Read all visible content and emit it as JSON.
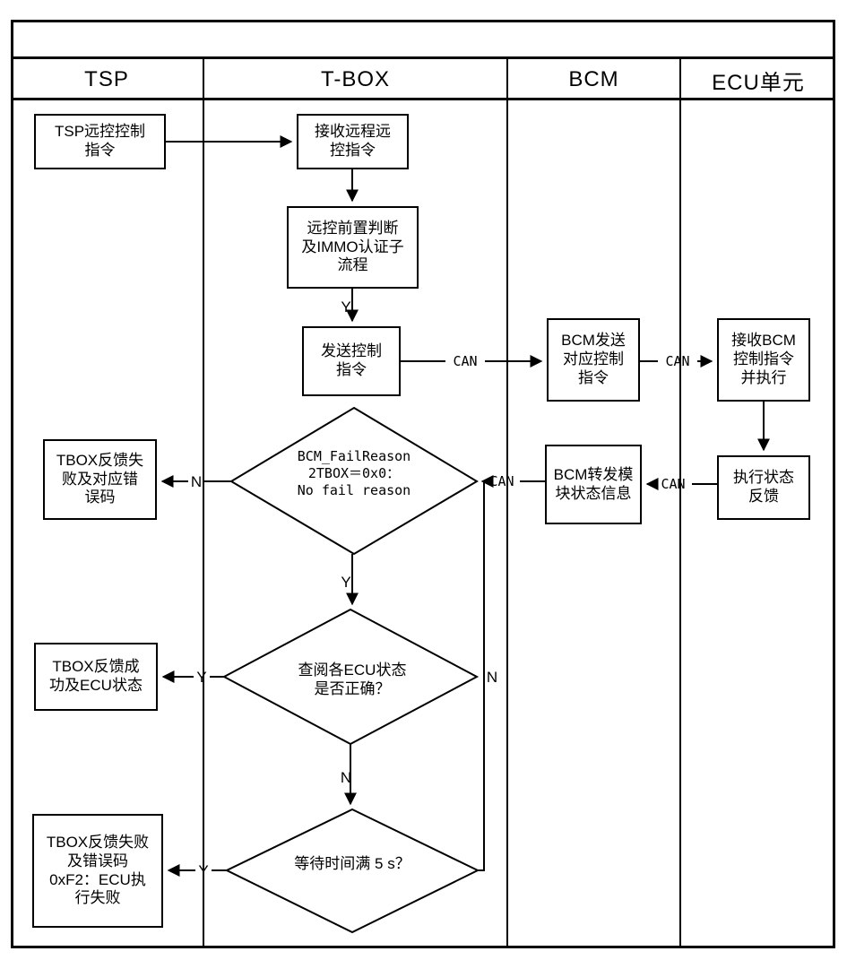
{
  "diagram": {
    "type": "swimlane-flowchart",
    "lanes": [
      {
        "id": "tsp",
        "label": "TSP"
      },
      {
        "id": "tbox",
        "label": "T-BOX"
      },
      {
        "id": "bcm",
        "label": "BCM"
      },
      {
        "id": "ecu",
        "label": "ECU单元"
      }
    ],
    "nodes": [
      {
        "id": "n1",
        "lane": "tsp",
        "shape": "box",
        "text": "TSP远控控制\n指令"
      },
      {
        "id": "n2",
        "lane": "tbox",
        "shape": "box",
        "text": "接收远程远\n控指令"
      },
      {
        "id": "n3",
        "lane": "tbox",
        "shape": "box",
        "text": "远控前置判断\n及IMMO认证子\n流程"
      },
      {
        "id": "n4",
        "lane": "tbox",
        "shape": "box",
        "text": "发送控制\n指令"
      },
      {
        "id": "n5",
        "lane": "bcm",
        "shape": "box",
        "text": "BCM发送\n对应控制\n指令"
      },
      {
        "id": "n6",
        "lane": "ecu",
        "shape": "box",
        "text": "接收BCM\n控制指令\n并执行"
      },
      {
        "id": "n7",
        "lane": "ecu",
        "shape": "box",
        "text": "执行状态\n反馈"
      },
      {
        "id": "n8",
        "lane": "bcm",
        "shape": "box",
        "text": "BCM转发模\n块状态信息"
      },
      {
        "id": "d1",
        "lane": "tbox",
        "shape": "diamond",
        "text": "BCM_FailReason\n2TBOX＝0x0：\nNo fail reason"
      },
      {
        "id": "n9",
        "lane": "tsp",
        "shape": "box",
        "text": "TBOX反馈失\n败及对应错\n误码"
      },
      {
        "id": "d2",
        "lane": "tbox",
        "shape": "diamond",
        "text": "查阅各ECU状态\n是否正确？"
      },
      {
        "id": "n10",
        "lane": "tsp",
        "shape": "box",
        "text": "TBOX反馈成\n功及ECU状态"
      },
      {
        "id": "d3",
        "lane": "tbox",
        "shape": "diamond",
        "text": "等待时间满 5 s？"
      },
      {
        "id": "n11",
        "lane": "tsp",
        "shape": "box",
        "text": "TBOX反馈失败\n及错误码\n0xF2：ECU执\n行失败"
      }
    ],
    "edge_labels": {
      "can": "CAN",
      "yes": "Y",
      "no": "N"
    },
    "edges": [
      {
        "from": "n1",
        "to": "n2",
        "label": ""
      },
      {
        "from": "n2",
        "to": "n3",
        "label": ""
      },
      {
        "from": "n3",
        "to": "n4",
        "label": "Y"
      },
      {
        "from": "n4",
        "to": "n5",
        "label": "CAN"
      },
      {
        "from": "n5",
        "to": "n6",
        "label": "CAN"
      },
      {
        "from": "n6",
        "to": "n7",
        "label": ""
      },
      {
        "from": "n7",
        "to": "n8",
        "label": "CAN"
      },
      {
        "from": "n8",
        "to": "d1",
        "label": "CAN"
      },
      {
        "from": "d1",
        "to": "n9",
        "label": "N"
      },
      {
        "from": "d1",
        "to": "d2",
        "label": "Y"
      },
      {
        "from": "d2",
        "to": "n10",
        "label": "Y"
      },
      {
        "from": "d2",
        "to": "d3",
        "label": "N"
      },
      {
        "from": "d3",
        "to": "n11",
        "label": "Y"
      },
      {
        "from": "d3",
        "to": "d1",
        "label": "N"
      }
    ]
  },
  "colors": {
    "stroke": "#000000",
    "background": "#ffffff"
  }
}
